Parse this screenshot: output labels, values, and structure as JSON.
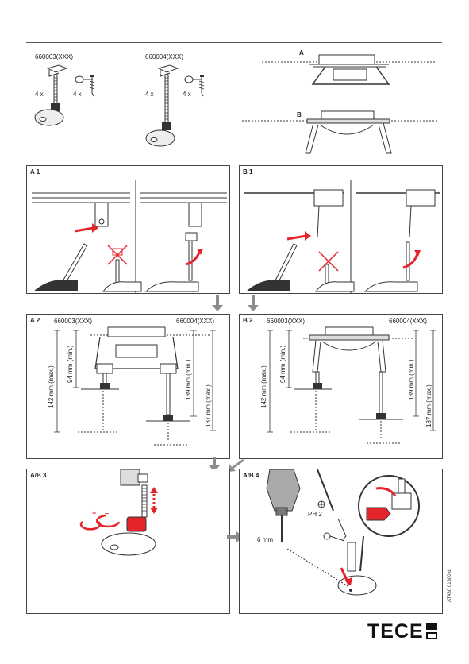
{
  "top": {
    "product_a": "660003(XXX)",
    "product_b": "660004(XXX)",
    "qty_a1": "4 x",
    "qty_a2": "4 x",
    "qty_b1": "4 x",
    "qty_b2": "4 x",
    "variant_a": "A",
    "variant_b": "B"
  },
  "panels": {
    "a1": {
      "label": "A 1"
    },
    "b1": {
      "label": "B 1"
    },
    "a2": {
      "label": "A 2",
      "left_code": "660003(XXX)",
      "right_code": "660004(XXX)",
      "dim_max_left": "142 mm (max.)",
      "dim_min_left": "94 mm (min.)",
      "dim_min_right": "139 mm (min.)",
      "dim_max_right": "187 mm (max.)"
    },
    "b2": {
      "label": "B 2",
      "left_code": "660003(XXX)",
      "right_code": "660004(XXX)",
      "dim_max_left": "142 mm (max.)",
      "dim_min_left": "94 mm (min.)",
      "dim_min_right": "139 mm (min.)",
      "dim_max_right": "187 mm (max.)"
    },
    "ab3": {
      "label": "A/B 3",
      "plus": "+",
      "minus": "–"
    },
    "ab4": {
      "label": "A/B 4",
      "screwdriver": "PH 2",
      "drill": "6 mm"
    }
  },
  "doc_id": "AT430 01300 d",
  "brand": "TECE",
  "colors": {
    "accent_red": "#e3242b",
    "line": "#333333",
    "arrow_gray": "#8c8c8c"
  }
}
